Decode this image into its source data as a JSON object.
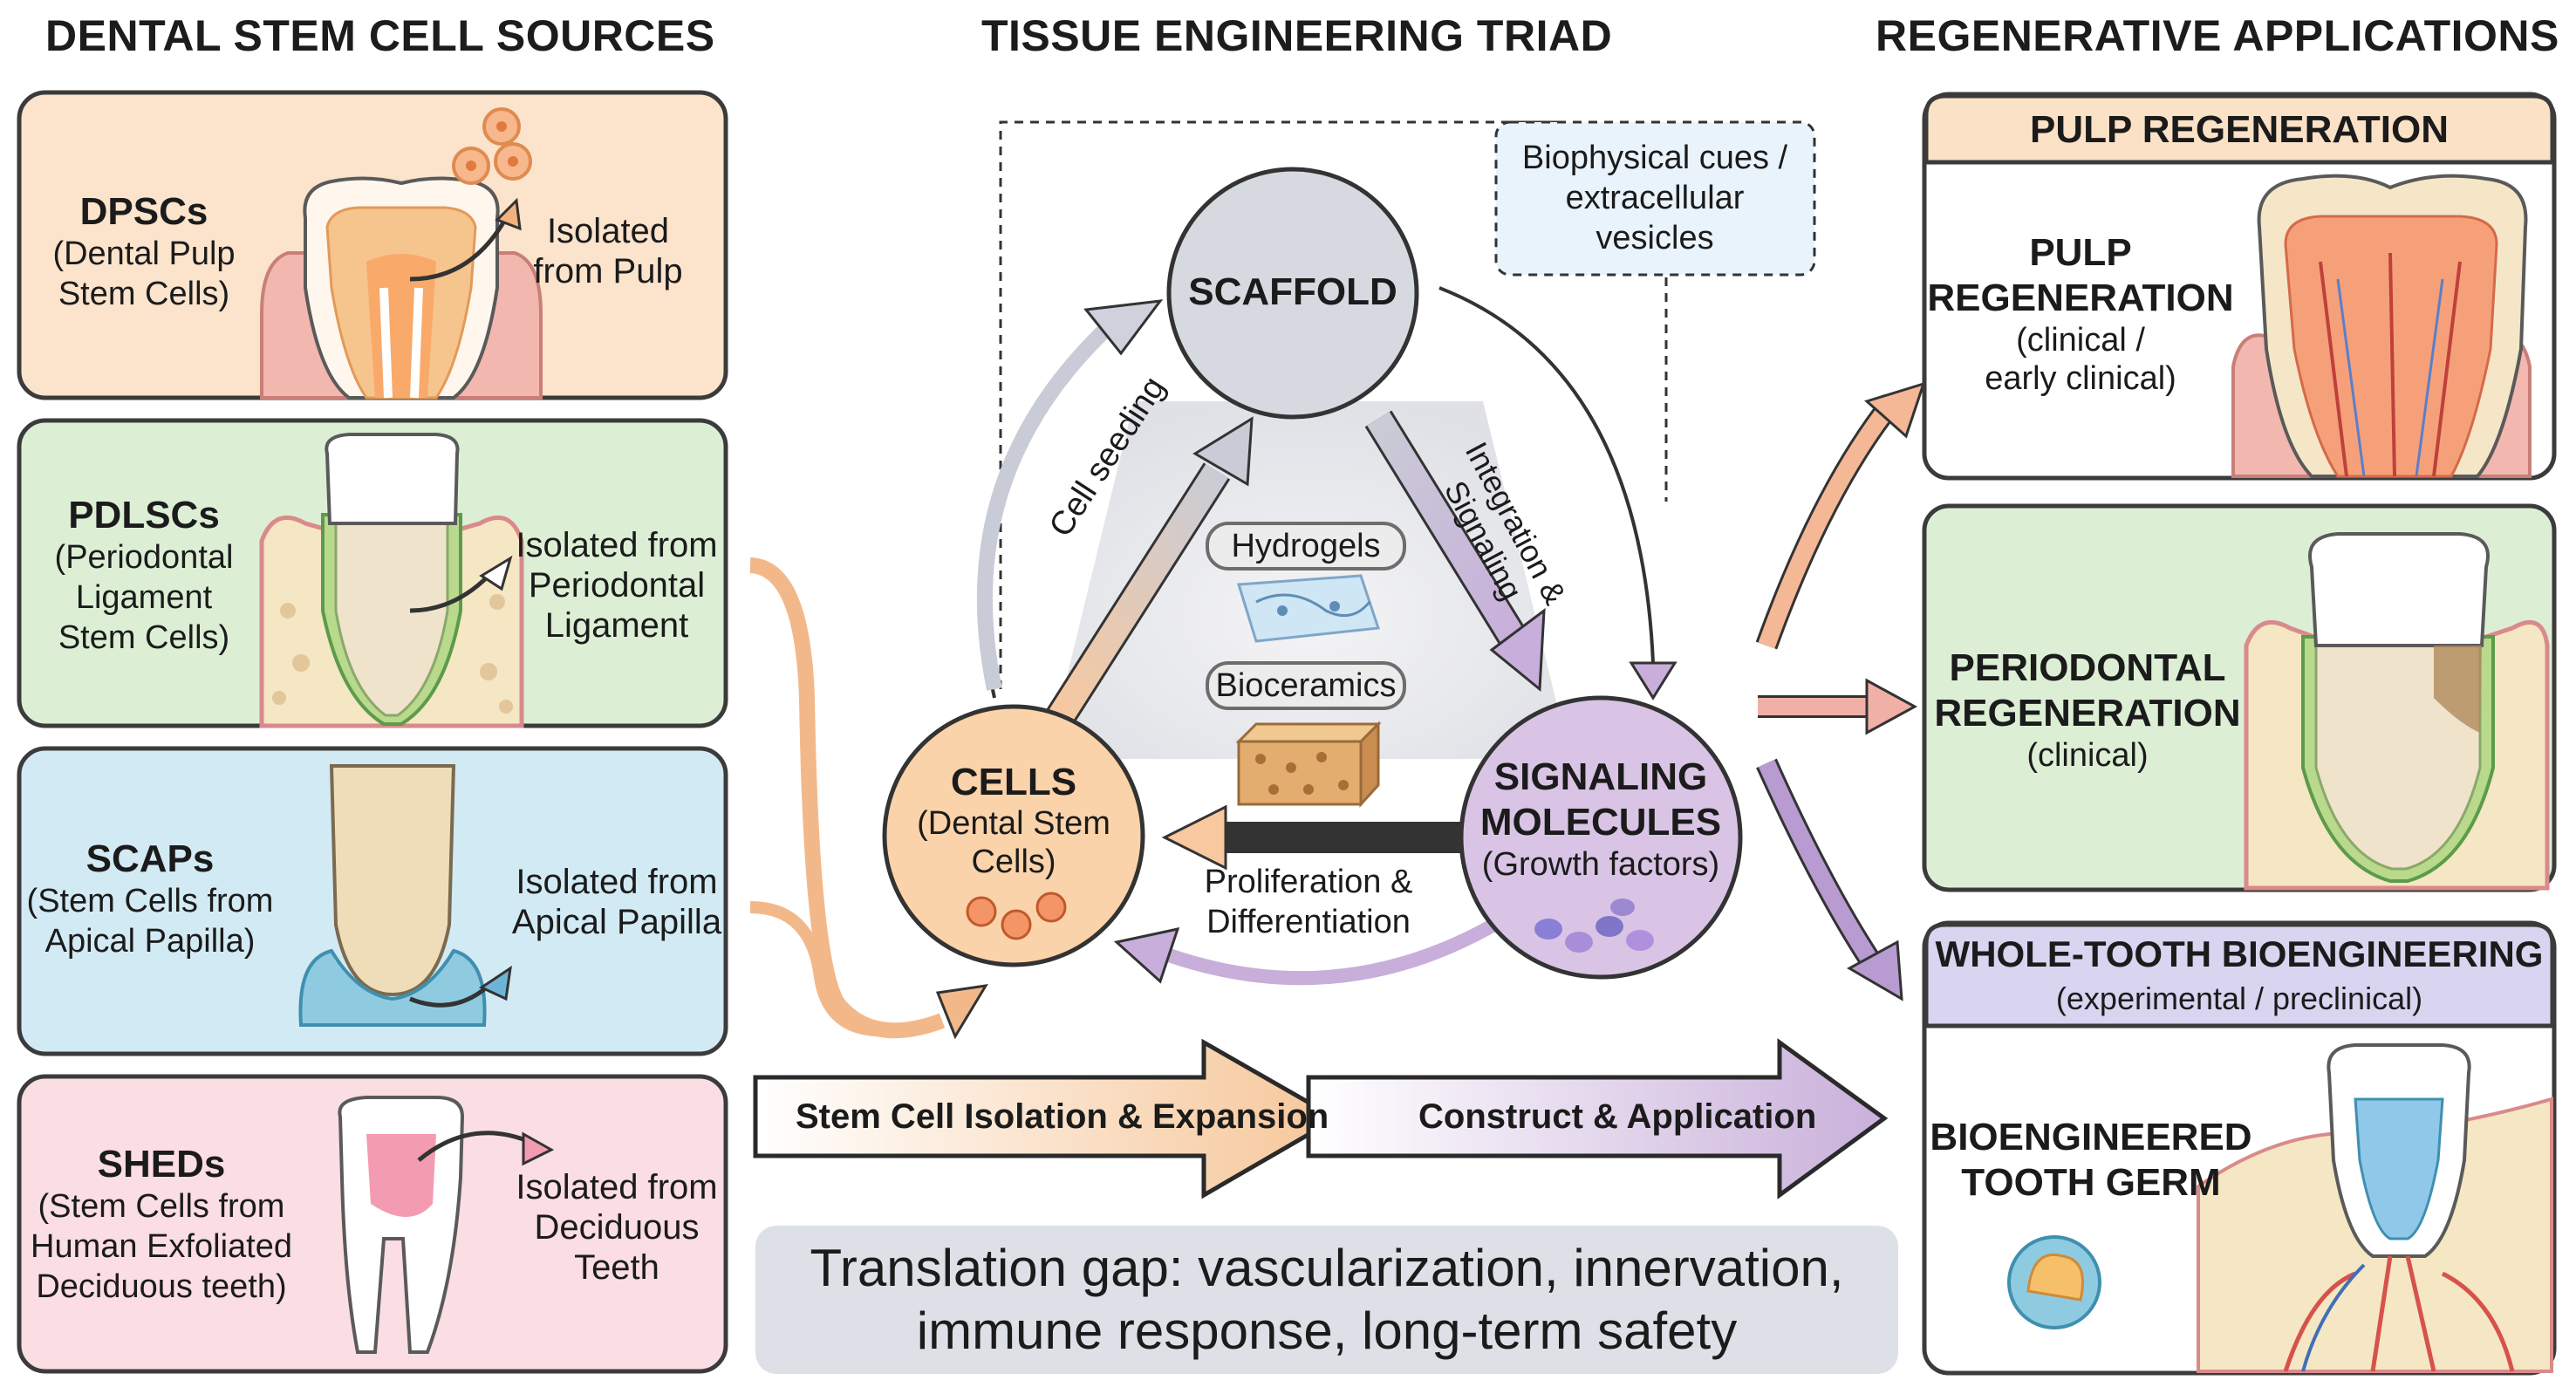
{
  "headers": {
    "sources": "DENTAL STEM CELL SOURCES",
    "triad": "TISSUE ENGINEERING TRIAD",
    "applications": "REGENERATIVE APPLICATIONS"
  },
  "sources": [
    {
      "abbr": "DPSCs",
      "full1": "(Dental Pulp",
      "full2": "Stem Cells)",
      "full3": "",
      "iso1": "Isolated",
      "iso2": "from Pulp",
      "iso3": "",
      "color": "#fbe3cc"
    },
    {
      "abbr": "PDLSCs",
      "full1": "(Periodontal",
      "full2": "Ligament",
      "full3": "Stem Cells)",
      "iso1": "Isolated from",
      "iso2": "Periodontal",
      "iso3": "Ligament",
      "color": "#dcefd5"
    },
    {
      "abbr": "SCAPs",
      "full1": "(Stem Cells from",
      "full2": "Apical Papilla)",
      "full3": "",
      "iso1": "Isolated from",
      "iso2": "Apical Papilla",
      "iso3": "",
      "color": "#d2eaf3"
    },
    {
      "abbr": "SHEDs",
      "full1": "(Stem Cells from",
      "full2": "Human Exfoliated",
      "full3": "Deciduous teeth)",
      "iso1": "Isolated from",
      "iso2": "Deciduous",
      "iso3": "Teeth",
      "color": "#fbdde4"
    }
  ],
  "triad": {
    "scaffold": "SCAFFOLD",
    "cells_title": "CELLS",
    "cells_sub1": "(Dental Stem",
    "cells_sub2": "Cells)",
    "signal_title1": "SIGNALING",
    "signal_title2": "MOLECULES",
    "signal_sub": "(Growth factors)",
    "biophysical1": "Biophysical cues /",
    "biophysical2": "extracellular",
    "biophysical3": "vesicles",
    "cell_seeding": "Cell seeding",
    "integration1": "Integration &",
    "integration2": "Signaling",
    "prolif1": "Proliferation &",
    "prolif2": "Differentiation",
    "hydrogels": "Hydrogels",
    "bioceramics": "Bioceramics"
  },
  "flow": {
    "isolation": "Stem Cell Isolation & Expansion",
    "construct": "Construct & Application"
  },
  "gap": {
    "line1": "Translation gap: vascularization, innervation,",
    "line2": "immune response, long-term safety"
  },
  "applications": {
    "pulp": {
      "header": "PULP REGENERATION",
      "title1": "PULP",
      "title2": "REGENERATION",
      "sub1": "(clinical /",
      "sub2": "early clinical)"
    },
    "perio": {
      "title1": "PERIODONTAL",
      "title2": "REGENERATION",
      "sub": "(clinical)"
    },
    "whole": {
      "header": "WHOLE-TOOTH BIOENGINEERING",
      "sub": "(experimental / preclinical)",
      "title1": "BIOENGINEERED",
      "title2": "TOOTH GERM"
    }
  },
  "colors": {
    "orange": "#f6c79a",
    "lavender": "#cdb5dc",
    "scaffold": "#d6d9e0",
    "cells": "#fbd3aa",
    "signaling": "#d9c4e5",
    "gap_bg": "#dde1e7"
  }
}
